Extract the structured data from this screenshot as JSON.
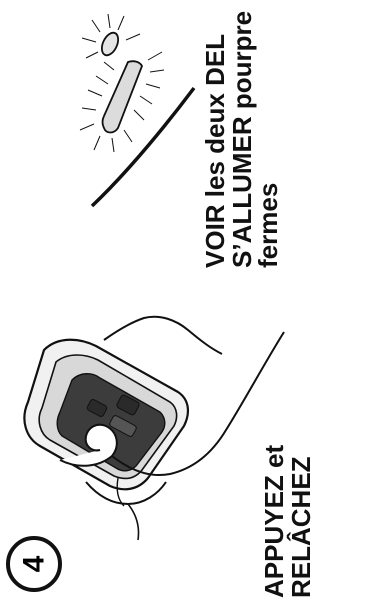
{
  "step": {
    "number": "4",
    "line1": "APPUYEZ et",
    "line2": "RELÂCHEZ"
  },
  "result": {
    "line1": "VOIR les deux DEL",
    "line2": "S’ALLUMER pourpre",
    "line3": "fermes"
  },
  "colors": {
    "ink": "#111111",
    "remote_body": "#e6e6e6",
    "remote_panel": "#3c3c3c",
    "led_fill": "#d9d9d9"
  },
  "icons": [
    "step-number-icon",
    "remote-in-hand-icon",
    "glowing-led-icon"
  ]
}
